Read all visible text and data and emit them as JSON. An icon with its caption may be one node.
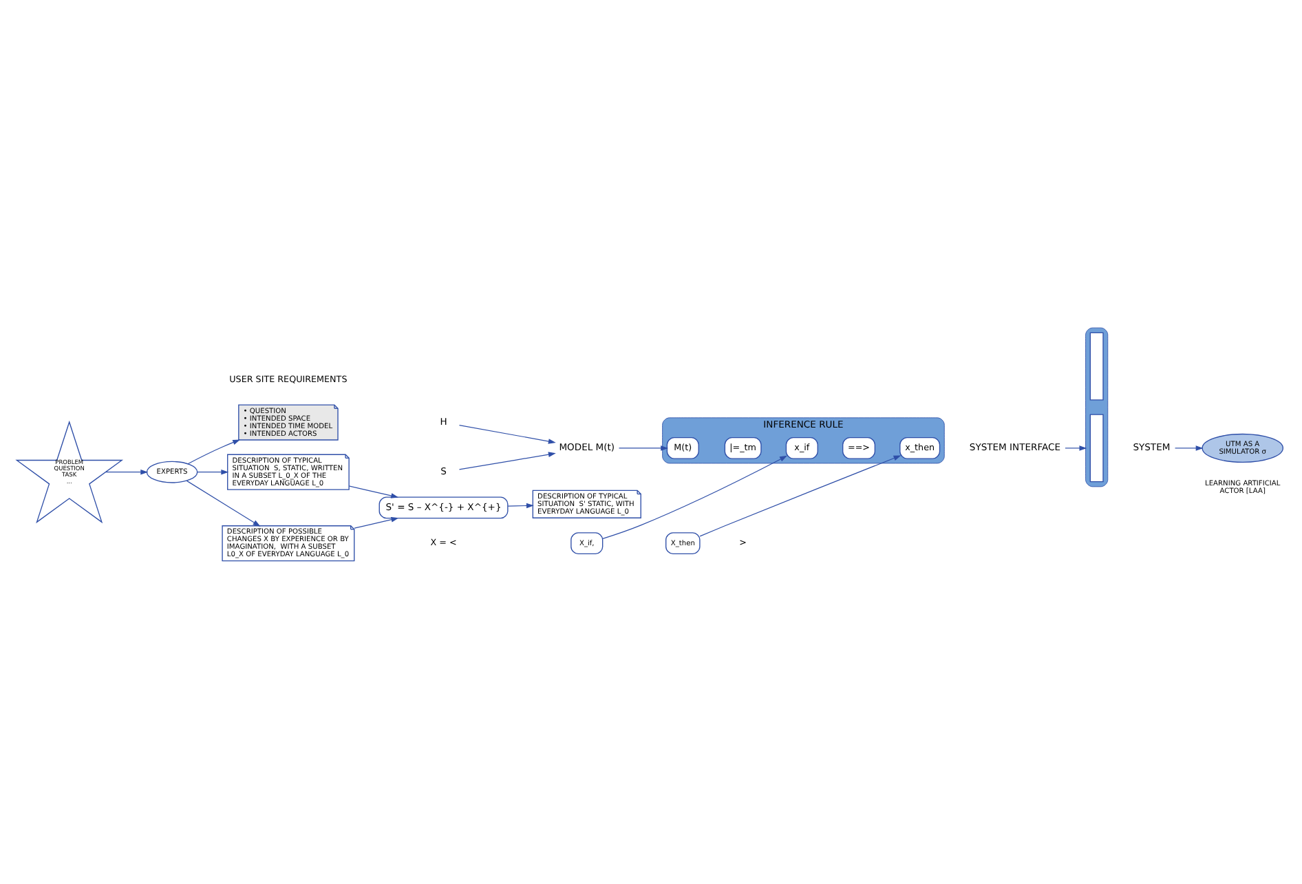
{
  "diagram": {
    "nodes": [
      {
        "text": [
          "PROBLEM QUESTION TASK ..."
        ]
      },
      {
        "text": [
          "EXPERTS"
        ]
      },
      {
        "text": [
          "• QUESTION",
          "• INTENDED SPACE",
          "• INTENDED TIME MODEL",
          "• INTENDED ACTORS"
        ]
      },
      {
        "text": [
          "H"
        ]
      },
      {
        "text": [
          "S"
        ]
      },
      {
        "text": [
          "DESCRIPTION OF TYPICAL SITUATION  S, STATIC, WRITTEN IN A SUBSET L_0_X OF THE EVERYDAY LANGUAGE L_0"
        ]
      },
      {
        "text": [
          "MODEL M(t)"
        ]
      },
      {
        "text": [
          "INFERENCE RULE"
        ]
      },
      {
        "text": [
          "M(t)"
        ],
        "in": 7
      },
      {
        "text": [
          "|=_tm"
        ],
        "in": 7
      },
      {
        "text": [
          "x_if"
        ],
        "in": 7
      },
      {
        "text": [
          "==>"
        ],
        "in": 7
      },
      {
        "text": [
          "x_then"
        ],
        "in": 7
      },
      {
        "text": [
          "DESCRIPTION OF POSSIBLE CHANGES X BY EXPERIENCE OR BY IMAGINATION,  WITH A SUBSET L0_X OF EVERYDAY LANGUAGE L_0"
        ]
      },
      {
        "text": [
          "X_if,"
        ]
      },
      {
        "text": [
          "X_then"
        ]
      },
      {
        "text": [
          "S' = S – X^{-} + X^{+}"
        ]
      },
      {
        "text": [
          "DESCRIPTION OF TYPICAL SITUATION  S' STATIC, WITH EVERYDAY LANGUAGE L_0"
        ]
      },
      {
        "text": [
          "SYSTEM INTERFACE"
        ]
      },
      {
        "text": [],
        "shape": "bar"
      },
      {
        "text": [],
        "shape": "box",
        "in": 19
      },
      {
        "text": [],
        "shape": "box",
        "in": 19
      },
      {
        "text": [
          "SYSTEM"
        ]
      },
      {
        "text": [
          "UTM AS A SIMULATOR σ"
        ],
        "beside": [
          "LEARNING ARTIFICIAL ACTOR [LAA]"
        ]
      }
    ],
    "edges": [
      {
        "from": 0,
        "to": 1,
        "arrow": "to"
      },
      {
        "from": 1,
        "to": 2,
        "arrow": "to"
      },
      {
        "from": 1,
        "to": 5,
        "arrow": "to"
      },
      {
        "from": 1,
        "to": 13,
        "arrow": "to"
      },
      {
        "from": 3,
        "to": 6,
        "arrow": "to"
      },
      {
        "from": 4,
        "to": 6,
        "arrow": "to"
      },
      {
        "from": 6,
        "to": 8,
        "arrow": "to"
      },
      {
        "from": 14,
        "to": 10,
        "arrow": "to"
      },
      {
        "from": 15,
        "to": 12,
        "arrow": "to"
      },
      {
        "from": 5,
        "to": 16,
        "arrow": "to"
      },
      {
        "from": 13,
        "to": 16,
        "arrow": "to"
      },
      {
        "from": 16,
        "to": 17,
        "arrow": "to"
      },
      {
        "from": 18,
        "to": 19,
        "arrow": "to"
      },
      {
        "from": 22,
        "to": 23,
        "arrow": "to"
      }
    ],
    "labels": [
      "USER SITE REQUIREMENTS",
      "X = <",
      ">"
    ]
  }
}
